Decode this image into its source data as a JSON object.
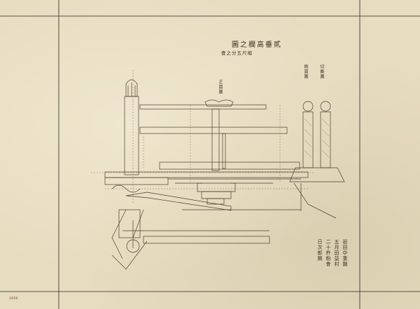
{
  "title": "圖之欄高垂貳",
  "scale_note": "壹之分五尺縮",
  "labels": {
    "front_elevation": "正面圖",
    "section": "切斷圖",
    "side_elevation": "側面圖"
  },
  "signatures": [
    "岩田中重縣",
    "五月田益村",
    "二十杵粉會",
    "日次郎開"
  ],
  "catalog_mark": "2856",
  "colors": {
    "paper": "#e6dcc0",
    "ink": "#3a3226",
    "border": "#2b2520"
  }
}
